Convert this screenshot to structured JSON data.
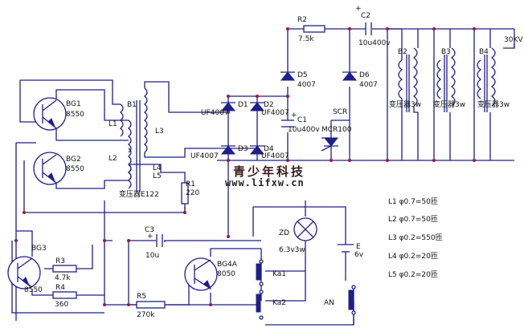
{
  "labels": {
    "R2": "R2",
    "R2_val": "7.5k",
    "C2": "C2",
    "C2_val": "10u400v",
    "kv": "30KV",
    "B2": "B2",
    "B3": "B3",
    "B4": "B4",
    "xfmr_b2": "变压器3w",
    "xfmr_b3": "变压器3w",
    "xfmr_b4": "变压器3w",
    "D5": "D5",
    "D5_val": "4007",
    "D6": "D6",
    "D6_val": "4007",
    "BG1": "BG1",
    "BG1_val": "8550",
    "BG2": "BG2",
    "BG2_val": "8550",
    "B1": "B1",
    "L1": "L1",
    "L2": "L2",
    "L3": "L3",
    "L4": "L4",
    "L5": "L5",
    "D1": "D1",
    "D2": "D2",
    "D3": "D3",
    "D4": "D4",
    "uf1": "UF4007",
    "uf2": "UF4007",
    "uf3": "UF4007",
    "uf4": "UF4007",
    "C1": "C1",
    "C1_val": "10u400v",
    "SCR": "SCR",
    "SCR_val": "MCR100",
    "xfmr_b1": "变压器E122",
    "R1": "R1",
    "R1_val": "220",
    "brand_cn": "青少年科技",
    "brand_url": "www.lifxw.cn",
    "C3": "C3",
    "C3_val": "10u",
    "BG3": "BG3",
    "BG3_val": "8550",
    "R3": "R3",
    "R3_val": "4.7k",
    "R4": "R4",
    "R4_val": "360",
    "R5": "R5",
    "R5_val": "270k",
    "BG4A": "BG4A",
    "BG4A_val": "8050",
    "ZD": "ZD",
    "ZD_val": "6.3v3w",
    "E": "E",
    "E_val": "6v",
    "Ka1": "Ka1",
    "Ka2": "Ka2",
    "AN": "AN",
    "plus_c1": "+",
    "plus_c2": "+",
    "plus_c3": "+"
  },
  "winding_notes": [
    "L1  φ0.7=50匝",
    "L2  φ0.7=50匝",
    "L3  φ0.2=550匝",
    "L4  φ0.2=20匝",
    "L5  φ0.2=20匝"
  ]
}
